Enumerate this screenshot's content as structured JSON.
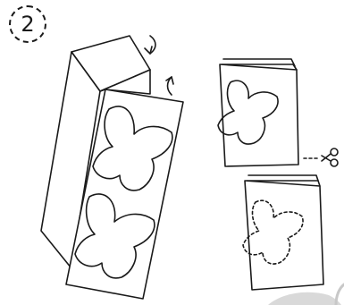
{
  "step": {
    "number": "2"
  },
  "colors": {
    "ink": "#1a1a1a",
    "paper": "#ffffff",
    "shadow": "#d9d9d9"
  },
  "illustration": {
    "left": "paper-folded-accordion-with-butterfly-outlines",
    "fold_arrows": [
      "fold-arrow-clockwise-icon",
      "fold-arrow-counterclockwise-icon"
    ],
    "right_top": "folded-stack-with-butterfly-outline",
    "right_bottom": "folded-stack-with-butterfly-outline",
    "tool": "scissors-icon"
  }
}
